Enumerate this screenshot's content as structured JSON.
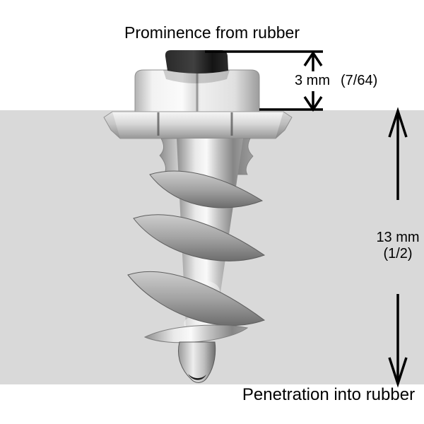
{
  "labels": {
    "prominence": "Prominence from rubber",
    "penetration": "Penetration into rubber"
  },
  "dimensions": {
    "prominence": {
      "metric": "3 mm",
      "imperial": "(7/64)"
    },
    "penetration": {
      "metric": "13 mm",
      "imperial": "(1/2)"
    }
  },
  "subject": {
    "name": "screw-in tire stud",
    "parts": [
      "carbide-cap",
      "hex-nut",
      "hex-flange",
      "threaded-body",
      "stud-tip"
    ]
  },
  "colors": {
    "background": "#ffffff",
    "rubber_band": "#d9d9d9",
    "dimension_lines": "#000000",
    "text": "#000000"
  }
}
